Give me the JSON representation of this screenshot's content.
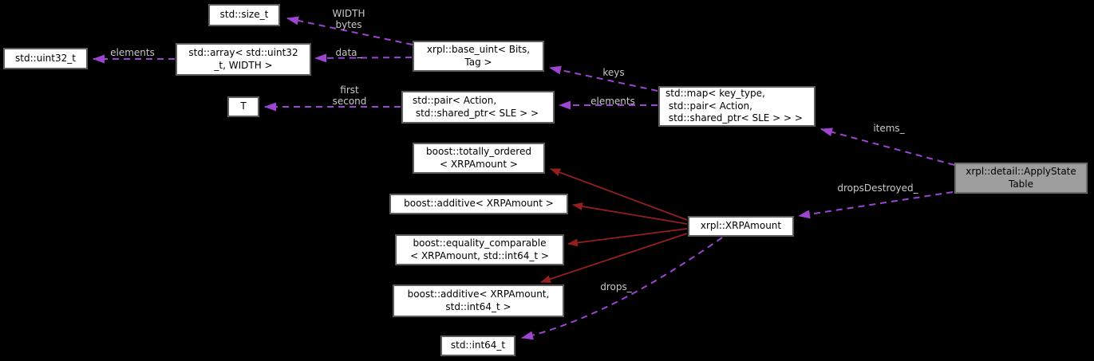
{
  "diagram": {
    "colors": {
      "bg": "#000000",
      "node_fill": "#ffffff",
      "node_border": "#5d5d5d",
      "node_text": "#000000",
      "highlight_fill": "#9e9e9e",
      "highlight_border": "#6b6b6b",
      "edge_usage": "#9e44d3",
      "edge_inherit": "#941f1f",
      "label_color": "#c9c9c9"
    },
    "nodes": {
      "size_t": {
        "label": "std::size_t"
      },
      "uint32_t": {
        "label": "std::uint32_t"
      },
      "array": {
        "label": "std::array< std::uint32\n_t, WIDTH >"
      },
      "t": {
        "label": "T"
      },
      "base_uint": {
        "label": "xrpl::base_uint< Bits,\nTag >"
      },
      "pair": {
        "label": "std::pair< Action,\n std::shared_ptr< SLE > >"
      },
      "map": {
        "label": "std::map< key_type,\n std::pair< Action,\n std::shared_ptr< SLE > > >"
      },
      "apply_state_table": {
        "label": "xrpl::detail::ApplyState\nTable"
      },
      "totally_ordered": {
        "label": "boost::totally_ordered\n< XRPAmount >"
      },
      "additive_xrp": {
        "label": "boost::additive< XRPAmount >"
      },
      "equality_comparable": {
        "label": "boost::equality_comparable\n< XRPAmount, std::int64_t >"
      },
      "additive_xrp_int64": {
        "label": "boost::additive< XRPAmount,\nstd::int64_t >"
      },
      "xrp_amount": {
        "label": "xrpl::XRPAmount"
      },
      "int64_t": {
        "label": "std::int64_t"
      }
    },
    "edge_labels": {
      "width_bytes": "WIDTH\nbytes",
      "elements_left": "elements",
      "data": "data_",
      "first_second": "first\nsecond",
      "keys": "keys",
      "elements_right": "elements",
      "items": "items_",
      "drops_destroyed": "dropsDestroyed_",
      "drops": "drops_"
    }
  }
}
